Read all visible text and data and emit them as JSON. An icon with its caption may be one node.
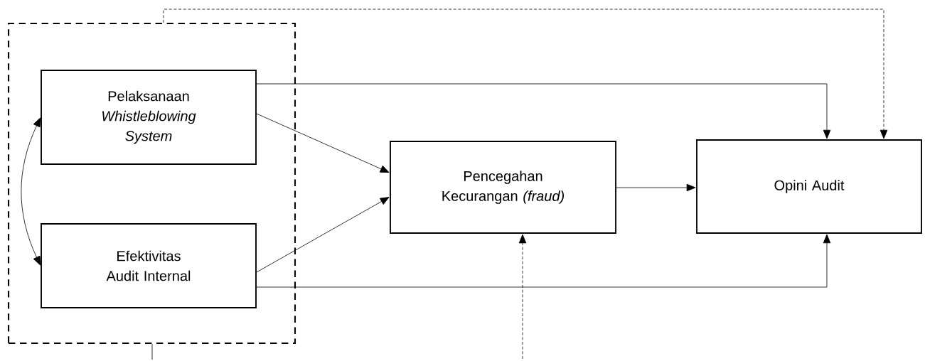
{
  "diagram": {
    "nodes": [
      {
        "text": [],
        "shape": "box"
      },
      {
        "text": [
          "Pelaksanaan *Whistleblowing System*"
        ],
        "in": 0
      },
      {
        "text": [
          "Efektivitas Audit Internal"
        ],
        "in": 0
      },
      {
        "text": [
          "Pencegahan Kecurangan *(fraud)*"
        ]
      },
      {
        "text": [
          "Opini Audit"
        ]
      }
    ],
    "edges": [
      {
        "from": 1,
        "to": 2,
        "arrow": "both"
      },
      {
        "from": 1,
        "to": 4,
        "arrow": "to"
      },
      {
        "from": 0,
        "to": 4,
        "arrow": "to",
        "style": "dashed"
      },
      {
        "from": 1,
        "to": 3,
        "arrow": "to"
      },
      {
        "from": 2,
        "to": 3,
        "arrow": "to"
      },
      {
        "from": 3,
        "to": 4,
        "arrow": "to"
      },
      {
        "from": 2,
        "to": 4,
        "arrow": "to"
      },
      {
        "from": null,
        "to": 3,
        "arrow": "to",
        "style": "dashed"
      },
      {
        "from": 0,
        "to": null,
        "arrow": "none"
      }
    ]
  }
}
